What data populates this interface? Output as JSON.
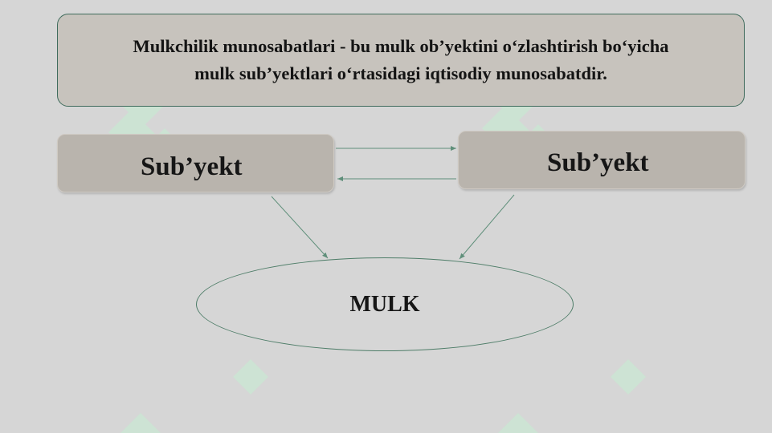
{
  "definition": {
    "line1": "Mulkchilik munosabatlari - bu mulk ob’yektini o‘zlashtirish bo‘yicha",
    "line2": "mulk sub’yektlari o‘rtasidagi iqtisodiy munosabatdir."
  },
  "subject_left": {
    "label": "Sub’yekt"
  },
  "subject_right": {
    "label": "Sub’yekt"
  },
  "object": {
    "label": "MULK"
  },
  "colors": {
    "background": "#d6d6d6",
    "box_fill": "#c7c3bd",
    "subject_fill": "#b9b4ad",
    "border": "#3f6b5c",
    "arrow": "#5f8f7a",
    "watermark": "#bfe6cc"
  },
  "watermark": {
    "icon": "brand-logo-icon"
  }
}
